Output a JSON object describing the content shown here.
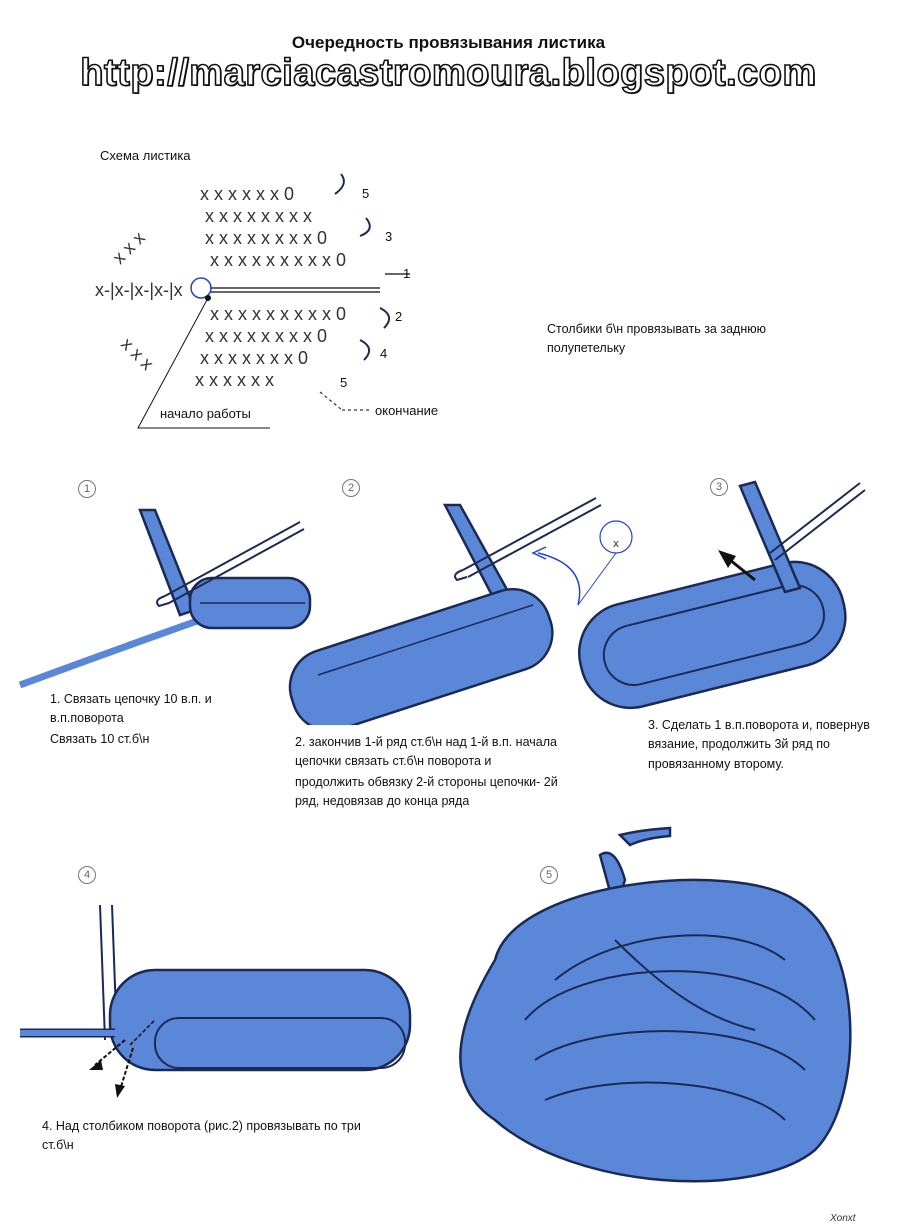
{
  "header": {
    "title": "Очередность провязывания листика",
    "url": "http://marciacastromoura.blogspot.com"
  },
  "scheme": {
    "title": "Схема листика",
    "row_labels": [
      "5",
      "3",
      "1",
      "2",
      "4",
      "5"
    ],
    "start_label": "начало работы",
    "end_label": "окончание",
    "note": "Столбики б\\н провязывать за заднюю полупетельку"
  },
  "steps": [
    {
      "num": "1",
      "caption_lines": [
        "1. Связать цепочку 10 в.п. и в.п.поворота",
        "Связать 10 ст.б\\н"
      ]
    },
    {
      "num": "2",
      "caption_lines": [
        "2. закончив 1-й ряд ст.б\\н над 1-й в.п. начала цепочки связать ст.б\\н  поворота и",
        "продолжить обвязку 2-й стороны цепочки- 2й ряд, недовязав до конца ряда"
      ]
    },
    {
      "num": "3",
      "caption_lines": [
        "3. Сделать 1 в.п.поворота и, повернув вязание, продолжить 3й ряд по провязанному второму."
      ]
    },
    {
      "num": "4",
      "caption_lines": [
        "4. Над столбиком поворота (рис.2) провязывать по три ст.б\\н"
      ]
    },
    {
      "num": "5",
      "caption_lines": []
    }
  ],
  "diagram2_mark": "x",
  "signature": "Xonxt",
  "colors": {
    "yarn": "#5b87d9",
    "outline": "#1a2a55"
  }
}
